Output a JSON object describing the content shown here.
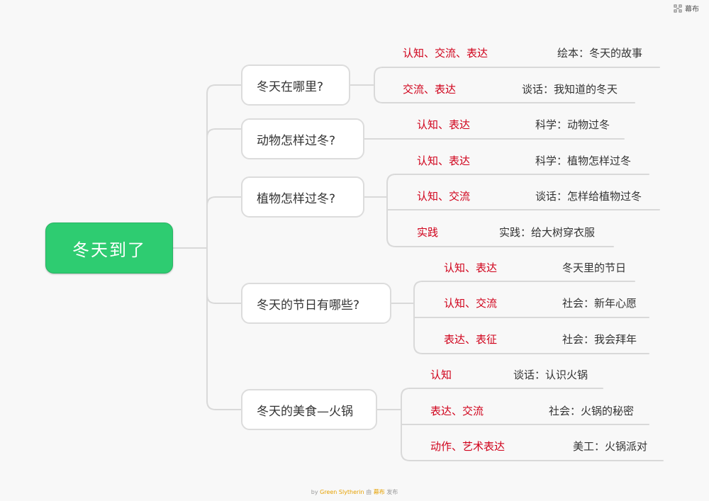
{
  "brand": {
    "label": "幕布"
  },
  "root": {
    "label": "冬天到了"
  },
  "branches": [
    {
      "label": "冬天在哪里?",
      "leaves": [
        {
          "tag": "认知、交流、表达",
          "activity": "绘本：冬天的故事"
        },
        {
          "tag": "交流、表达",
          "activity": "谈话：我知道的冬天"
        }
      ]
    },
    {
      "label": "动物怎样过冬?",
      "leaves": [
        {
          "tag": "认知、表达",
          "activity": "科学：动物过冬"
        }
      ]
    },
    {
      "label": "植物怎样过冬?",
      "leaves": [
        {
          "tag": "认知、表达",
          "activity": "科学：植物怎样过冬"
        },
        {
          "tag": "认知、交流",
          "activity": "谈话：怎样给植物过冬"
        },
        {
          "tag": "实践",
          "activity": "实践：给大树穿衣服"
        }
      ]
    },
    {
      "label": "冬天的节日有哪些?",
      "leaves": [
        {
          "tag": "认知、表达",
          "activity": "冬天里的节日"
        },
        {
          "tag": "认知、交流",
          "activity": "社会：新年心愿"
        },
        {
          "tag": "表达、表征",
          "activity": "社会：我会拜年"
        }
      ]
    },
    {
      "label": "冬天的美食—火锅",
      "leaves": [
        {
          "tag": "认知",
          "activity": "谈话：认识火锅"
        },
        {
          "tag": "表达、交流",
          "activity": "社会：火锅的秘密"
        },
        {
          "tag": "动作、艺术表达",
          "activity": "美工：火锅派对"
        }
      ]
    }
  ],
  "footer": {
    "by": "by",
    "author": "Green Slytherin",
    "via": "由",
    "platform": "幕布",
    "action": "发布"
  },
  "colors": {
    "root_bg": "#2ecc71",
    "tag_text": "#d0021b",
    "line": "#d9d9d9"
  }
}
